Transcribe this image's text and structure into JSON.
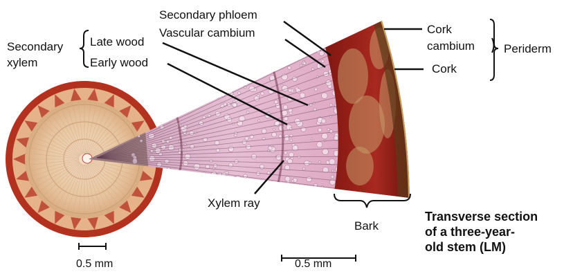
{
  "labels": {
    "secondary_xylem": [
      "Secondary",
      "xylem"
    ],
    "late_wood": "Late wood",
    "early_wood": "Early wood",
    "secondary_phloem": "Secondary phloem",
    "vascular_cambium": "Vascular cambium",
    "cork_cambium": [
      "Cork",
      "cambium"
    ],
    "cork": "Cork",
    "periderm": "Periderm",
    "xylem_ray": "Xylem ray",
    "bark": "Bark"
  },
  "caption": [
    "Transverse section",
    "of a three-year-",
    "old stem (LM)"
  ],
  "scale_bars": {
    "left": "0.5 mm",
    "right": "0.5 mm"
  },
  "colors": {
    "wood": "#e9c9a6",
    "tissue_red": "#a5261c",
    "wedge_pink": "#d7a4c0",
    "bark_red": "#8e1d16",
    "bark_tan": "#c79a6a",
    "leader_line": "#111111"
  }
}
